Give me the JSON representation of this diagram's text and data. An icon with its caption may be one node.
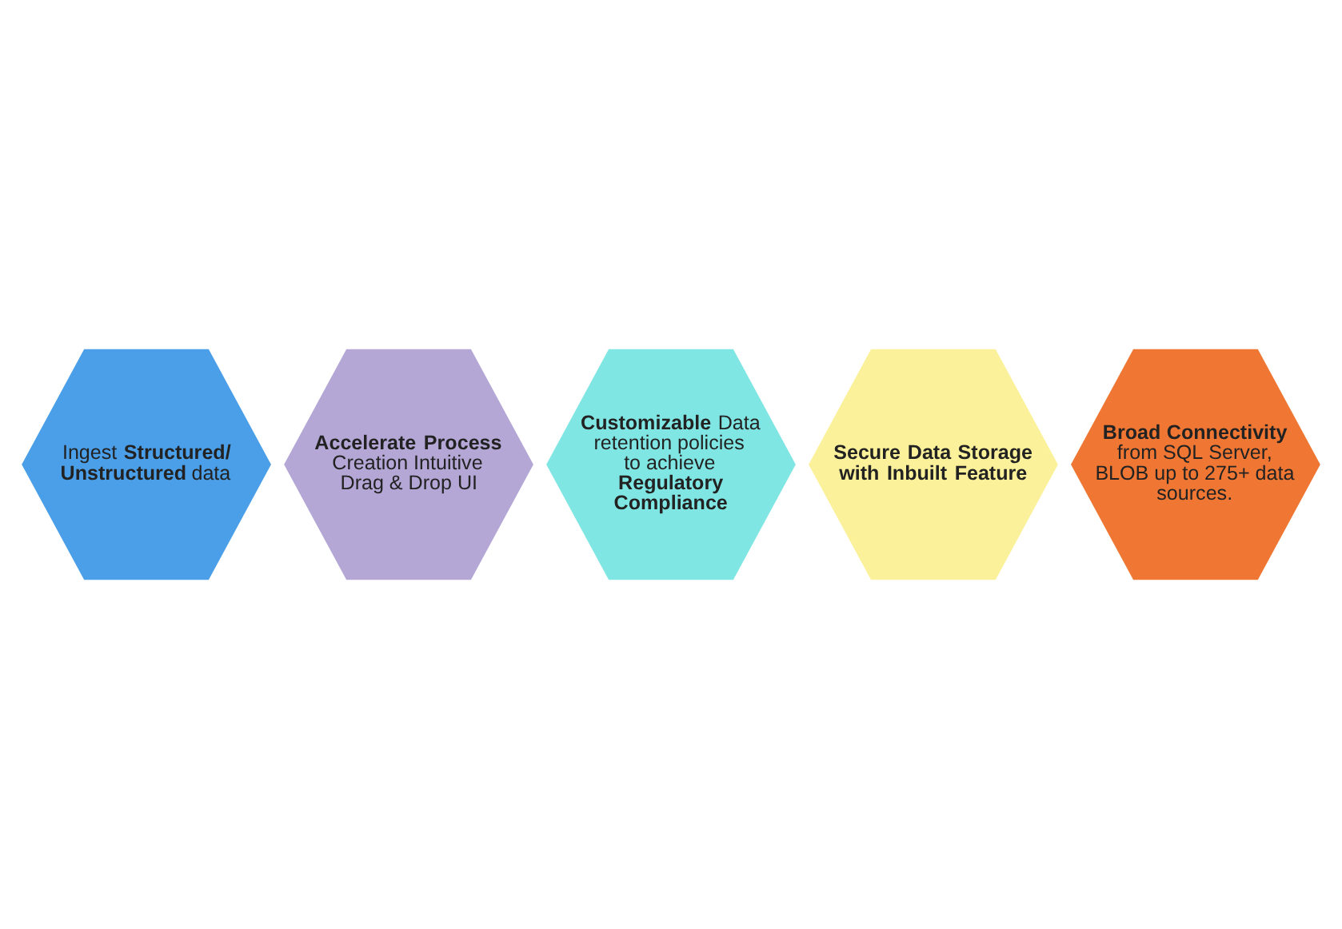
{
  "diagram": {
    "nodes": [
      {
        "text": [
          "Ingest **Structured/ Unstructured** data"
        ]
      },
      {
        "text": [
          "**Accelerate Process** Creation Intuitive Drag & Drop UI"
        ]
      },
      {
        "text": [
          "**Customizable** Data retention policies to achieve **Regulatory Compliance**"
        ]
      },
      {
        "text": [
          "**Secure Data Storage with Inbuilt Feature**"
        ]
      },
      {
        "text": [
          "**Broad Connectivity** from SQL Server, BLOB up to 275+ data sources."
        ]
      }
    ]
  }
}
